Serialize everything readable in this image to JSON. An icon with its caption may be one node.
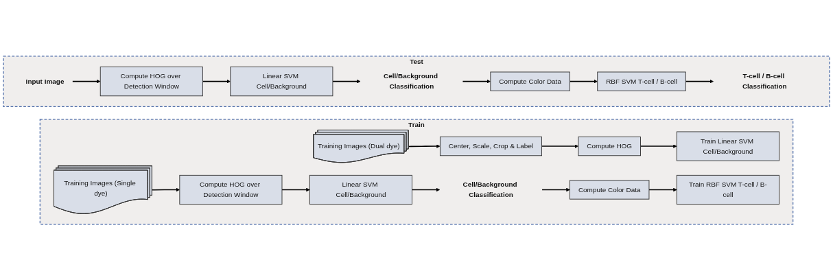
{
  "diagram": {
    "nodes": [
      {
        "text": [
          "Train"
        ]
      },
      {
        "text": [
          "Training Images (Dual dye)"
        ],
        "in": 0
      },
      {
        "text": [
          "Center, Scale, Crop & Label"
        ],
        "in": 0
      },
      {
        "text": [
          "Compute HOG"
        ],
        "in": 0
      },
      {
        "text": [
          "Train Linear SVM Cell/Background"
        ],
        "in": 0
      },
      {
        "text": [
          "Training Images (Single dye)"
        ],
        "in": 0
      },
      {
        "text": [
          "Compute HOG over Detection Window"
        ],
        "in": 0
      },
      {
        "text": [
          "Linear SVM Cell/Background"
        ],
        "in": 0
      },
      {
        "text": [
          "Cell/Background Classification"
        ],
        "in": 0
      },
      {
        "text": [
          "Compute Color Data"
        ],
        "in": 0
      },
      {
        "text": [
          "Train RBF SVM T-cell / B-cell"
        ],
        "in": 0
      },
      {
        "text": [
          "Test"
        ]
      },
      {
        "text": [
          "Input Image"
        ],
        "in": 11
      },
      {
        "text": [
          "Compute HOG over Detection Window"
        ],
        "in": 11
      },
      {
        "text": [
          "Linear SVM Cell/Background"
        ],
        "in": 11
      },
      {
        "text": [
          "Cell/Background Classification"
        ],
        "in": 11
      },
      {
        "text": [
          "Compute Color Data"
        ],
        "in": 11
      },
      {
        "text": [
          "RBF SVM T-cell / B-cell"
        ],
        "in": 11
      },
      {
        "text": [
          "T-cell / B-cell Classification"
        ],
        "in": 11
      }
    ],
    "edges": [
      {
        "from": 1,
        "to": 2,
        "arrow": "to"
      },
      {
        "from": 2,
        "to": 3,
        "arrow": "to"
      },
      {
        "from": 3,
        "to": 4,
        "arrow": "to"
      },
      {
        "from": 5,
        "to": 6,
        "arrow": "to"
      },
      {
        "from": 6,
        "to": 7,
        "arrow": "to"
      },
      {
        "from": 7,
        "to": 8,
        "arrow": "to"
      },
      {
        "from": 8,
        "to": 9,
        "arrow": "to"
      },
      {
        "from": 9,
        "to": 10,
        "arrow": "to"
      },
      {
        "from": 12,
        "to": 13,
        "arrow": "to"
      },
      {
        "from": 13,
        "to": 14,
        "arrow": "to"
      },
      {
        "from": 14,
        "to": 15,
        "arrow": "to"
      },
      {
        "from": 15,
        "to": 16,
        "arrow": "to"
      },
      {
        "from": 16,
        "to": 17,
        "arrow": "to"
      },
      {
        "from": 17,
        "to": 18,
        "arrow": "to"
      }
    ]
  }
}
